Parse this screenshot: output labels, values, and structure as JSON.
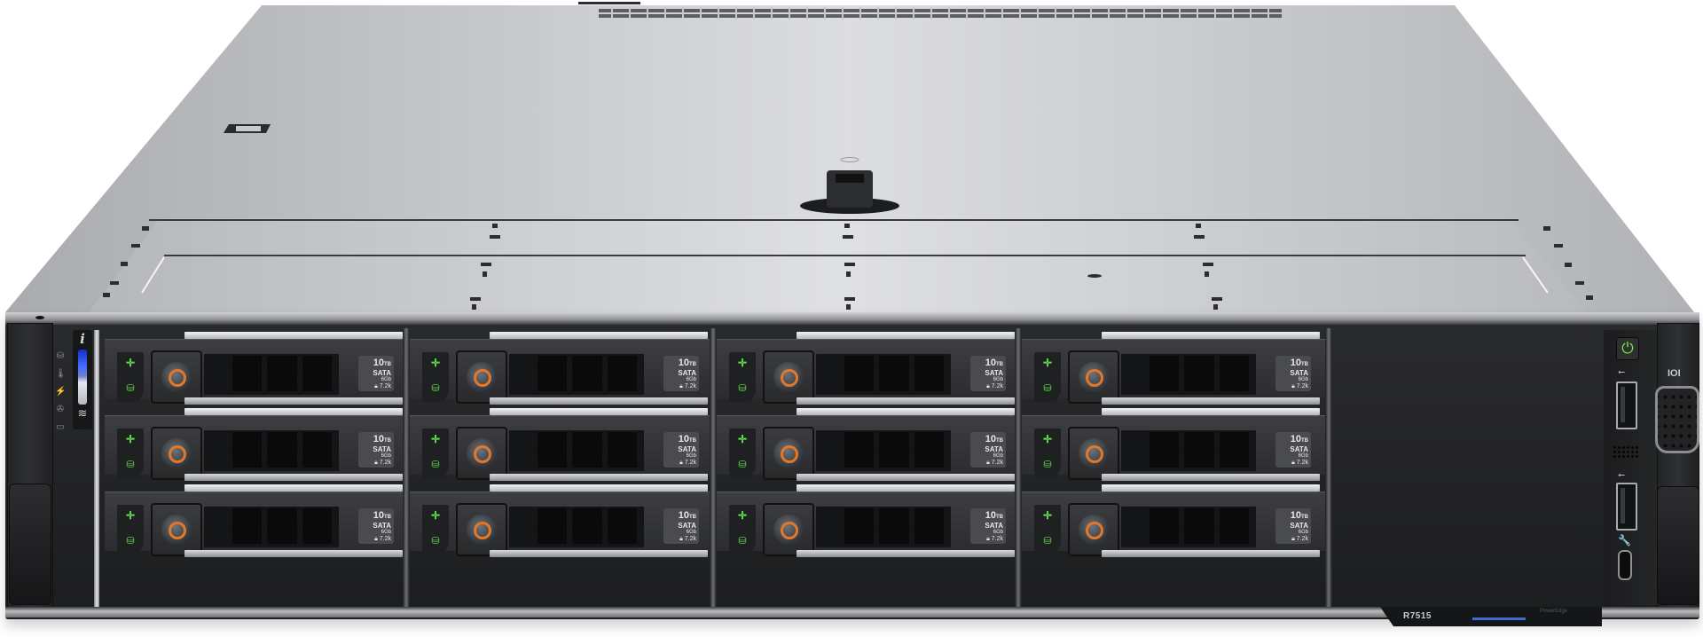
{
  "image": {
    "subject": "2U rack server, front three-quarter view",
    "background_color": "#ffffff"
  },
  "server": {
    "model_label": "R7515",
    "brand_label": "PowerEdge",
    "chassis_color": "#b8babd",
    "bezel_color": "#232426",
    "accent_blue": "#3f6bd6"
  },
  "left_control_panel": {
    "info_icon": "i",
    "status_icons": [
      "drive-icon",
      "temperature-icon",
      "electrical-icon",
      "fan-icon",
      "memory-icon"
    ],
    "status_glyphs": [
      "⛁",
      "🌡",
      "⚡",
      "✇",
      "▭"
    ],
    "led_bar_colors": [
      "#1a2cc9",
      "#e6e6ee"
    ],
    "wireless_icon": "≋"
  },
  "drive_bays": {
    "rows": 3,
    "columns": 4,
    "led_color": "#5ee04c",
    "release_ring_color": "#e2782b",
    "activity_glyph": "✛",
    "drive_glyph": "⛁",
    "drives": [
      {
        "capacity": "10",
        "unit": "TB",
        "interface": "SATA",
        "speed": "6Gb",
        "rpm": "7.2k"
      },
      {
        "capacity": "10",
        "unit": "TB",
        "interface": "SATA",
        "speed": "6Gb",
        "rpm": "7.2k"
      },
      {
        "capacity": "10",
        "unit": "TB",
        "interface": "SATA",
        "speed": "6Gb",
        "rpm": "7.2k"
      },
      {
        "capacity": "10",
        "unit": "TB",
        "interface": "SATA",
        "speed": "6Gb",
        "rpm": "7.2k"
      },
      {
        "capacity": "10",
        "unit": "TB",
        "interface": "SATA",
        "speed": "6Gb",
        "rpm": "7.2k"
      },
      {
        "capacity": "10",
        "unit": "TB",
        "interface": "SATA",
        "speed": "6Gb",
        "rpm": "7.2k"
      },
      {
        "capacity": "10",
        "unit": "TB",
        "interface": "SATA",
        "speed": "6Gb",
        "rpm": "7.2k"
      },
      {
        "capacity": "10",
        "unit": "TB",
        "interface": "SATA",
        "speed": "6Gb",
        "rpm": "7.2k"
      },
      {
        "capacity": "10",
        "unit": "TB",
        "interface": "SATA",
        "speed": "6Gb",
        "rpm": "7.2k"
      },
      {
        "capacity": "10",
        "unit": "TB",
        "interface": "SATA",
        "speed": "6Gb",
        "rpm": "7.2k"
      },
      {
        "capacity": "10",
        "unit": "TB",
        "interface": "SATA",
        "speed": "6Gb",
        "rpm": "7.2k"
      },
      {
        "capacity": "10",
        "unit": "TB",
        "interface": "SATA",
        "speed": "6Gb",
        "rpm": "7.2k"
      }
    ]
  },
  "right_control_panel": {
    "power_glyph": "⏻",
    "power_led_color": "#72ee3a",
    "usb_glyph": "⭠",
    "vga_glyph": "IOI",
    "management_glyph": "🔧"
  }
}
